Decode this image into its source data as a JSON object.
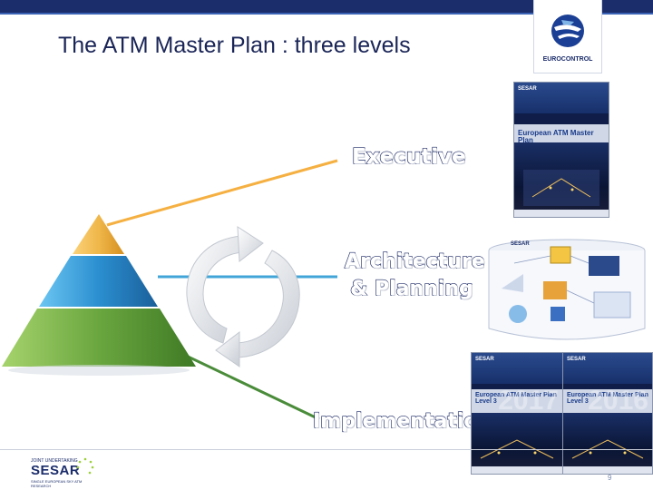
{
  "slide": {
    "title": "The ATM Master Plan : three levels",
    "page_number": "9"
  },
  "logo": {
    "caption": "EUROCONTROL"
  },
  "levels": {
    "executive": "Executive",
    "architecture_line1": "Architecture",
    "architecture_line2": "& Planning",
    "implementation": "Implementation"
  },
  "documents": {
    "executive_cover": {
      "brand": "SESAR",
      "title": "European ATM Master Plan"
    },
    "level3_cover_a": {
      "brand": "SESAR",
      "title": "European ATM Master Plan Level 3",
      "year": "2017"
    },
    "level3_cover_b": {
      "brand": "SESAR",
      "title": "European ATM Master Plan Level 3",
      "year": "2016"
    }
  },
  "architecture_diagram": {
    "brand": "SESAR"
  },
  "footer_logo": {
    "top_text": "JOINT UNDERTAKING",
    "brand": "SESAR",
    "sub_text": "SINGLE EUROPEAN SKY ATM RESEARCH"
  },
  "colors": {
    "title": "#1a2557",
    "header_bar": "#1b2d6b",
    "executive_line": "#f5b041",
    "architecture_line": "#42a5d8",
    "implementation_line": "#4a8c3a",
    "pyramid_top": "#f0b74a",
    "pyramid_middle": "#2b8fd0",
    "pyramid_bottom": "#6aa63f",
    "label_outline": "#1a2763"
  },
  "icons": {
    "cycle": "circular-arrows-icon",
    "eurocontrol": "eurocontrol-logo",
    "sesar_stars": "star-circle-icon"
  }
}
